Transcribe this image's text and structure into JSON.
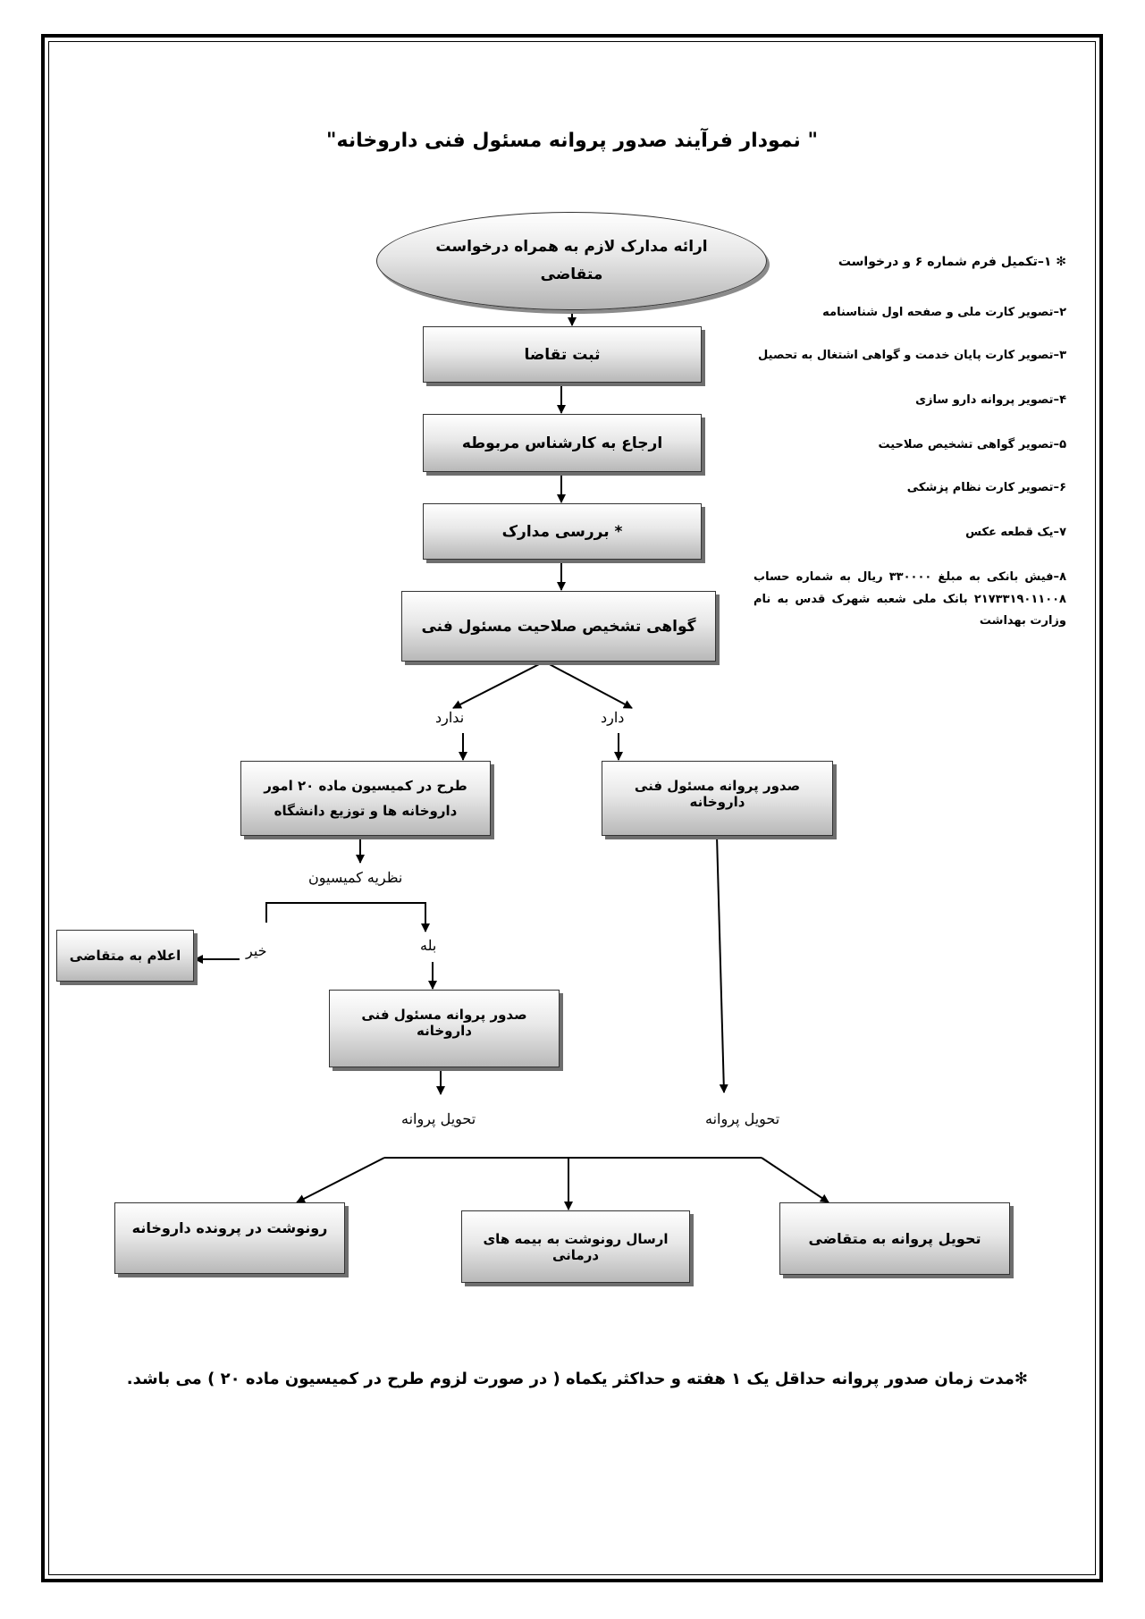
{
  "title": "\" نمودار فرآیند صدور پروانه مسئول فنی داروخانه\"",
  "start": {
    "line1": "ارائه مدارک لازم به همراه درخواست",
    "line2": "متقاضی"
  },
  "steps": {
    "register": "ثبت تقاضا",
    "refer": "ارجاع به کارشناس مربوطه",
    "review": "* بررسی مدارک",
    "certificate": "گواهی تشخیص صلاحیت مسئول فنی"
  },
  "branches": {
    "has_label": "دارد",
    "hasnot_label": "ندارد",
    "issue_right": "صدور پروانه مسئول فنی داروخانه",
    "commission_line1": "طرح در کمیسیون ماده ۲۰ امور",
    "commission_line2": "داروخانه ها و توزیع دانشگاه",
    "commission_opinion": "نظریه کمیسیون",
    "yes_label": "بله",
    "no_label": "خیر",
    "notify": "اعلام به متقاضی",
    "issue_left": "صدور پروانه مسئول فنی داروخانه",
    "deliver_left": "تحویل پروانه",
    "deliver_right": "تحویل پروانه"
  },
  "final": {
    "copy_file": "رونوشت در پرونده داروخانه",
    "copy_insurance": "ارسال رونوشت به بیمه های درمانی",
    "deliver_applicant": "تحویل پروانه به متقاضی"
  },
  "requirements": [
    "✻ ۱–تکمیل فرم شماره ۶ و درخواست",
    "۲–تصویر کارت ملی و صفحه اول شناسنامه",
    "۳–تصویر کارت پایان خدمت و گواهی اشتغال به تحصیل",
    "۴–تصویر پروانه دارو سازی",
    "۵–تصویر گواهی تشخیص صلاحیت",
    "۶–تصویر کارت نظام پزشکی",
    "۷–یک قطعه عکس",
    "۸–فیش بانکی به مبلغ ۳۳۰۰۰۰ ریال به شماره حساب ۲۱۷۳۳۱۹۰۱۱۰۰۸ بانک ملی شعبه شهرک قدس به نام وزارت بهداشت"
  ],
  "note": "✻مدت زمان صدور پروانه حداقل یک ۱ هفته و حداکثر یکماه ( در صورت لزوم طرح در کمیسیون ماده ۲۰ ) می باشد."
}
